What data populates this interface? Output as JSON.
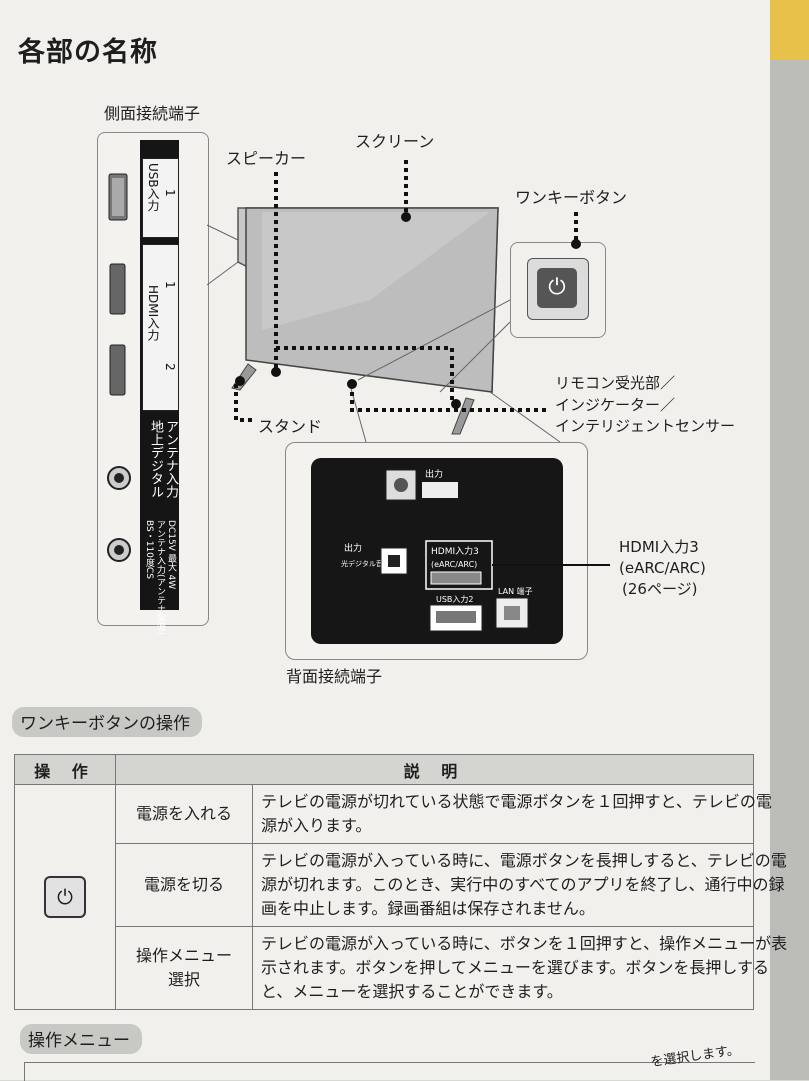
{
  "page": {
    "title": "各部の名称"
  },
  "diagram": {
    "side_terminals_label": "側面接続端子",
    "speaker_label": "スピーカー",
    "screen_label": "スクリーン",
    "one_key_button_label": "ワンキーボタン",
    "stand_label": "スタンド",
    "remote_sensor_label_1": "リモコン受光部／",
    "remote_sensor_label_2": "インジケーター／",
    "remote_sensor_label_3": "インテリジェントセンサー",
    "hdmi3_label_1": "HDMI入力3",
    "hdmi3_label_2": "(eARC/ARC)",
    "hdmi3_label_3": "(26ページ)",
    "rear_terminals_label": "背面接続端子",
    "side_usb_label": "USB入力",
    "side_usb_num": "1",
    "side_hdmi_label": "HDMI入力",
    "side_hdmi_num_1": "1",
    "side_hdmi_num_2": "2",
    "side_antenna_label_1": "地上デジタル",
    "side_antenna_label_2": "アンテナ入力",
    "side_bs_label_1": "BS・110度CS",
    "side_bs_label_2": "アンテナ入力(アンテナ電源)",
    "side_bs_label_3": "DC15V 最大 4W",
    "rear_output_headphone": "出力",
    "rear_output_optical": "出力",
    "rear_optical_sub": "光デジタル音声",
    "rear_hdmi3_a": "HDMI入力3",
    "rear_hdmi3_b": "(eARC/ARC)",
    "rear_usb2": "USB入力2",
    "rear_lan": "LAN 端子"
  },
  "one_key_section": {
    "title": "ワンキーボタンの操作",
    "table": {
      "headers": [
        "操 作",
        "説 明"
      ],
      "rows": [
        {
          "operation": "電源を入れる",
          "description_lines": [
            "テレビの電源が切れている状態で電源ボタンを１回押すと、テレビの電",
            "源が入ります。"
          ]
        },
        {
          "operation": "電源を切る",
          "description_lines": [
            "テレビの電源が入っている時に、電源ボタンを長押しすると、テレビの電",
            "源が切れます。このとき、実行中のすべてのアプリを終了し、通行中の録",
            "画を中止します。録画番組は保存されません。"
          ]
        },
        {
          "operation_lines": [
            "操作メニュー",
            "選択"
          ],
          "description_lines": [
            "テレビの電源が入っている時に、ボタンを１回押すと、操作メニューが表",
            "示されます。ボタンを押してメニューを選びます。ボタンを長押しする",
            "と、メニューを選択することができます。"
          ]
        }
      ]
    }
  },
  "operation_menu_section": {
    "title": "操作メニュー",
    "partial_text": "を選択します。"
  },
  "icons": {
    "power": "power-icon"
  }
}
